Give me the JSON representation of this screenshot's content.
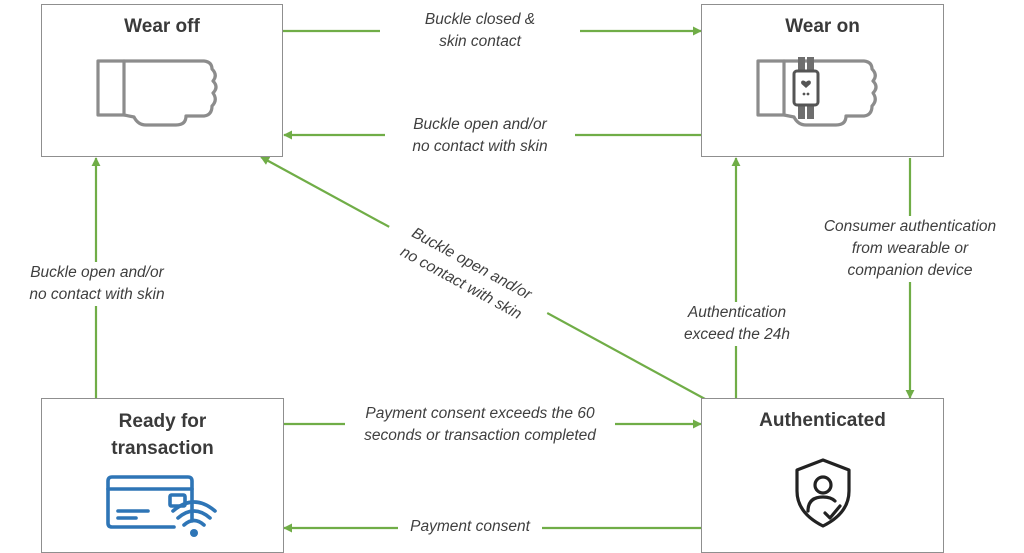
{
  "colors": {
    "arrow": "#70ad47",
    "box_border": "#8f8f8f",
    "icon_gray": "#8c8c8c",
    "icon_blue": "#2e75b6",
    "text": "#3a3a3a"
  },
  "states": {
    "wear_off": {
      "title": "Wear off",
      "icon": "bare-wrist-icon"
    },
    "wear_on": {
      "title": "Wear on",
      "icon": "wrist-with-wearable-icon"
    },
    "ready": {
      "title_line1": "Ready for",
      "title_line2": "transaction",
      "icon": "contactless-card-icon"
    },
    "authenticated": {
      "title": "Authenticated",
      "icon": "shield-user-check-icon"
    }
  },
  "transitions": {
    "wearoff_to_wearon": {
      "line1": "Buckle closed &",
      "line2": "skin contact"
    },
    "wearon_to_wearoff": {
      "line1": "Buckle open and/or",
      "line2": "no contact with skin"
    },
    "auth_to_wearoff": {
      "line1": "Buckle open and/or",
      "line2": "no contact with skin"
    },
    "ready_to_wearoff": {
      "line1": "Buckle open and/or",
      "line2": "no contact with skin"
    },
    "wearon_to_auth": {
      "line1": "Consumer authentication",
      "line2": "from wearable or",
      "line3": "companion device"
    },
    "auth_to_wearon": {
      "line1": "Authentication",
      "line2": "exceed the 24h"
    },
    "ready_to_auth": {
      "line1": "Payment consent exceeds the 60",
      "line2": "seconds or transaction completed"
    },
    "auth_to_ready": {
      "line1": "Payment consent"
    }
  }
}
